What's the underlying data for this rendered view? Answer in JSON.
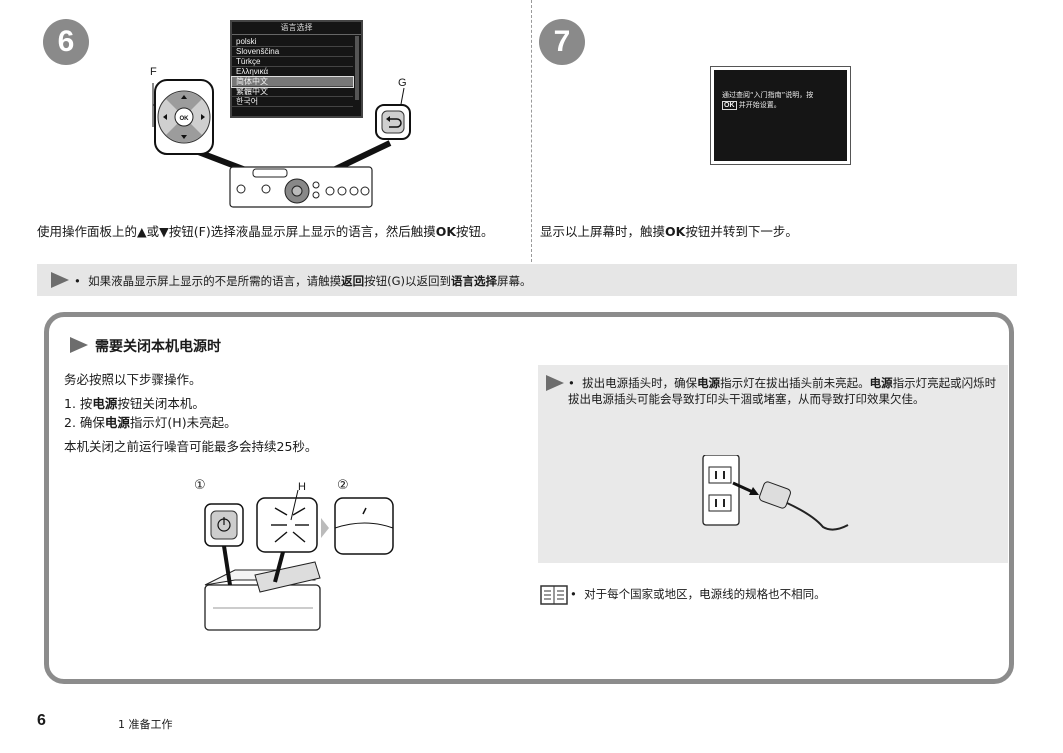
{
  "step6": {
    "number": "6",
    "label_f": "F",
    "label_g": "G",
    "screen_title": "语言选择",
    "languages": [
      "polski",
      "Slovenščina",
      "Türkçe",
      "Ελληνικά",
      "简体中文",
      "繁體中文",
      "한국어"
    ],
    "selected_index": 4,
    "ok_glyph": "OK",
    "text_parts": [
      "使用操作面板上的",
      "▲",
      "或",
      "▼",
      "按钮(F)选择液晶显示屏上显示的语言，然后触摸",
      "OK",
      "按钮。"
    ]
  },
  "step7": {
    "number": "7",
    "screen_text_1": "通过查阅“入门指南”说明，按",
    "screen_ok": "OK",
    "screen_text_2": "并开始设置。",
    "text_pre": "显示以上屏幕时，触摸",
    "text_bold": "OK",
    "text_post": "按钮并转到下一步。"
  },
  "note1": {
    "bullet": "•",
    "pre": "如果液晶显示屏上显示的不是所需的语言，请触摸",
    "bold1": "返回",
    "mid": "按钮(G)以返回到",
    "bold2": "语言选择",
    "post": "屏幕。"
  },
  "power_box": {
    "title": "需要关闭本机电源时",
    "intro": "务必按照以下步骤操作。",
    "step1_pre": "1. 按",
    "step1_bold": "电源",
    "step1_post": "按钮关闭本机。",
    "step2_pre": "2. 确保",
    "step2_bold": "电源",
    "step2_post": "指示灯(H)未亮起。",
    "noise": "本机关闭之前运行噪音可能最多会持续25秒。",
    "fig_label_1": "①",
    "fig_label_h": "H",
    "fig_label_2": "②",
    "warn_bullet": "•",
    "warn_pre": "拔出电源插头时，确保",
    "warn_bold1": "电源",
    "warn_mid": "指示灯在拔出插头前未亮起。",
    "warn_bold2": "电源",
    "warn_post": "指示灯亮起或闪烁时拔出电源插头可能会导致打印头干涸或堵塞，从而导致打印效果欠佳。",
    "ref_bullet": "•",
    "ref_text": "对于每个国家或地区，电源线的规格也不相同。"
  },
  "footer": {
    "page_number": "6",
    "chapter": "1 准备工作"
  }
}
